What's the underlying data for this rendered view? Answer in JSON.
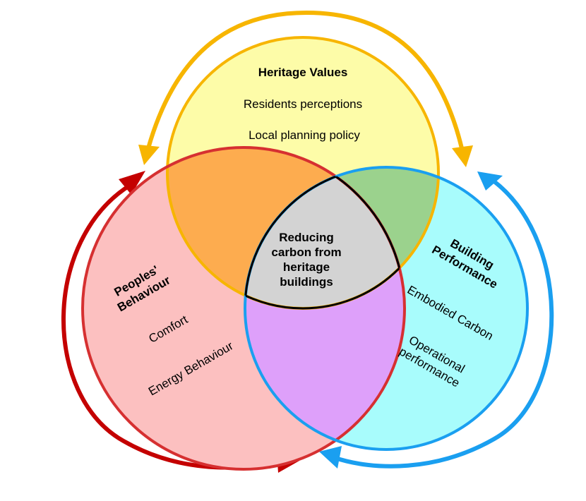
{
  "diagram": {
    "heritage": {
      "title": "Heritage Values",
      "items": [
        "Residents perceptions",
        "Local planning policy"
      ],
      "fill": "#fdfca8",
      "stroke": "#f7b500"
    },
    "people": {
      "title_lines": [
        "Peoples'",
        "Behaviour"
      ],
      "items": [
        "Comfort",
        "Energy Behaviour"
      ],
      "fill": "#fcc0c0",
      "stroke": "#d63031"
    },
    "building": {
      "title_lines": [
        "Building",
        "Performance"
      ],
      "items": [
        "Embodied Carbon"
      ],
      "item_lines": [
        "Operational",
        "performance"
      ],
      "fill": "#a8fcfc",
      "stroke": "#1a9ff0"
    },
    "overlaps": {
      "heritage_people": "#fdac4f",
      "heritage_building": "#9bd28d",
      "people_building": "#dea0fa"
    },
    "center": {
      "lines": [
        "Reducing",
        "carbon from",
        "heritage",
        "buildings"
      ],
      "fill": "#d3d3d3"
    },
    "arrows": {
      "heritage": "#f7b500",
      "people": "#c40000",
      "building": "#1a9ff0"
    }
  }
}
